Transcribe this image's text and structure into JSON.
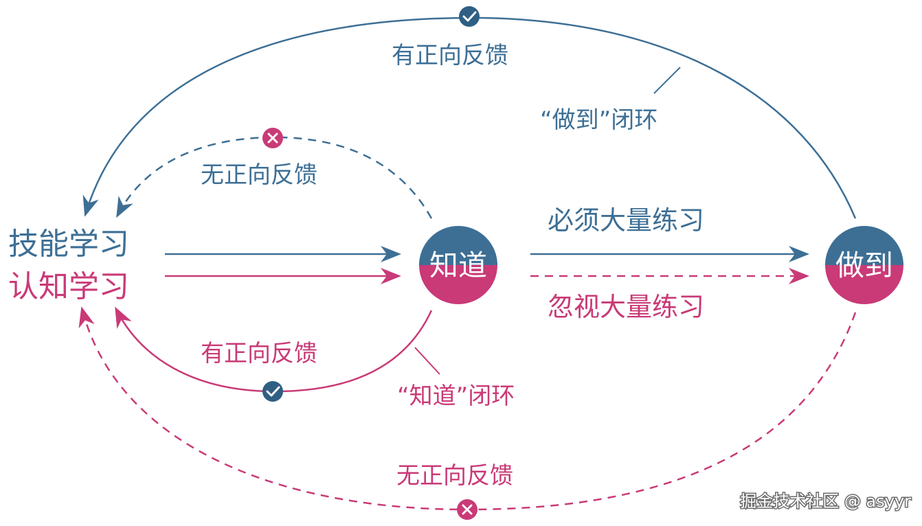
{
  "colors": {
    "blue": "#3d6f95",
    "pink": "#c93a77",
    "check_bg": "#2f5f83",
    "cross_bg": "#c93a77",
    "watermark_bg": "#ffffff"
  },
  "labels": {
    "skill_learning": "技能学习",
    "cognitive_learning": "认知学习",
    "know": "知道",
    "do": "做到",
    "must_practice": "必须大量练习",
    "ignore_practice": "忽视大量练习",
    "top_positive_feedback": "有正向反馈",
    "do_loop": "“做到”闭环",
    "mid_no_feedback": "无正向反馈",
    "low_positive_feedback": "有正向反馈",
    "know_loop": "“知道”闭环",
    "bottom_no_feedback": "无正向反馈"
  },
  "icons": {
    "check": "check-icon",
    "cross": "cross-icon"
  },
  "watermark": "掘金技术社区 @ asyyr"
}
